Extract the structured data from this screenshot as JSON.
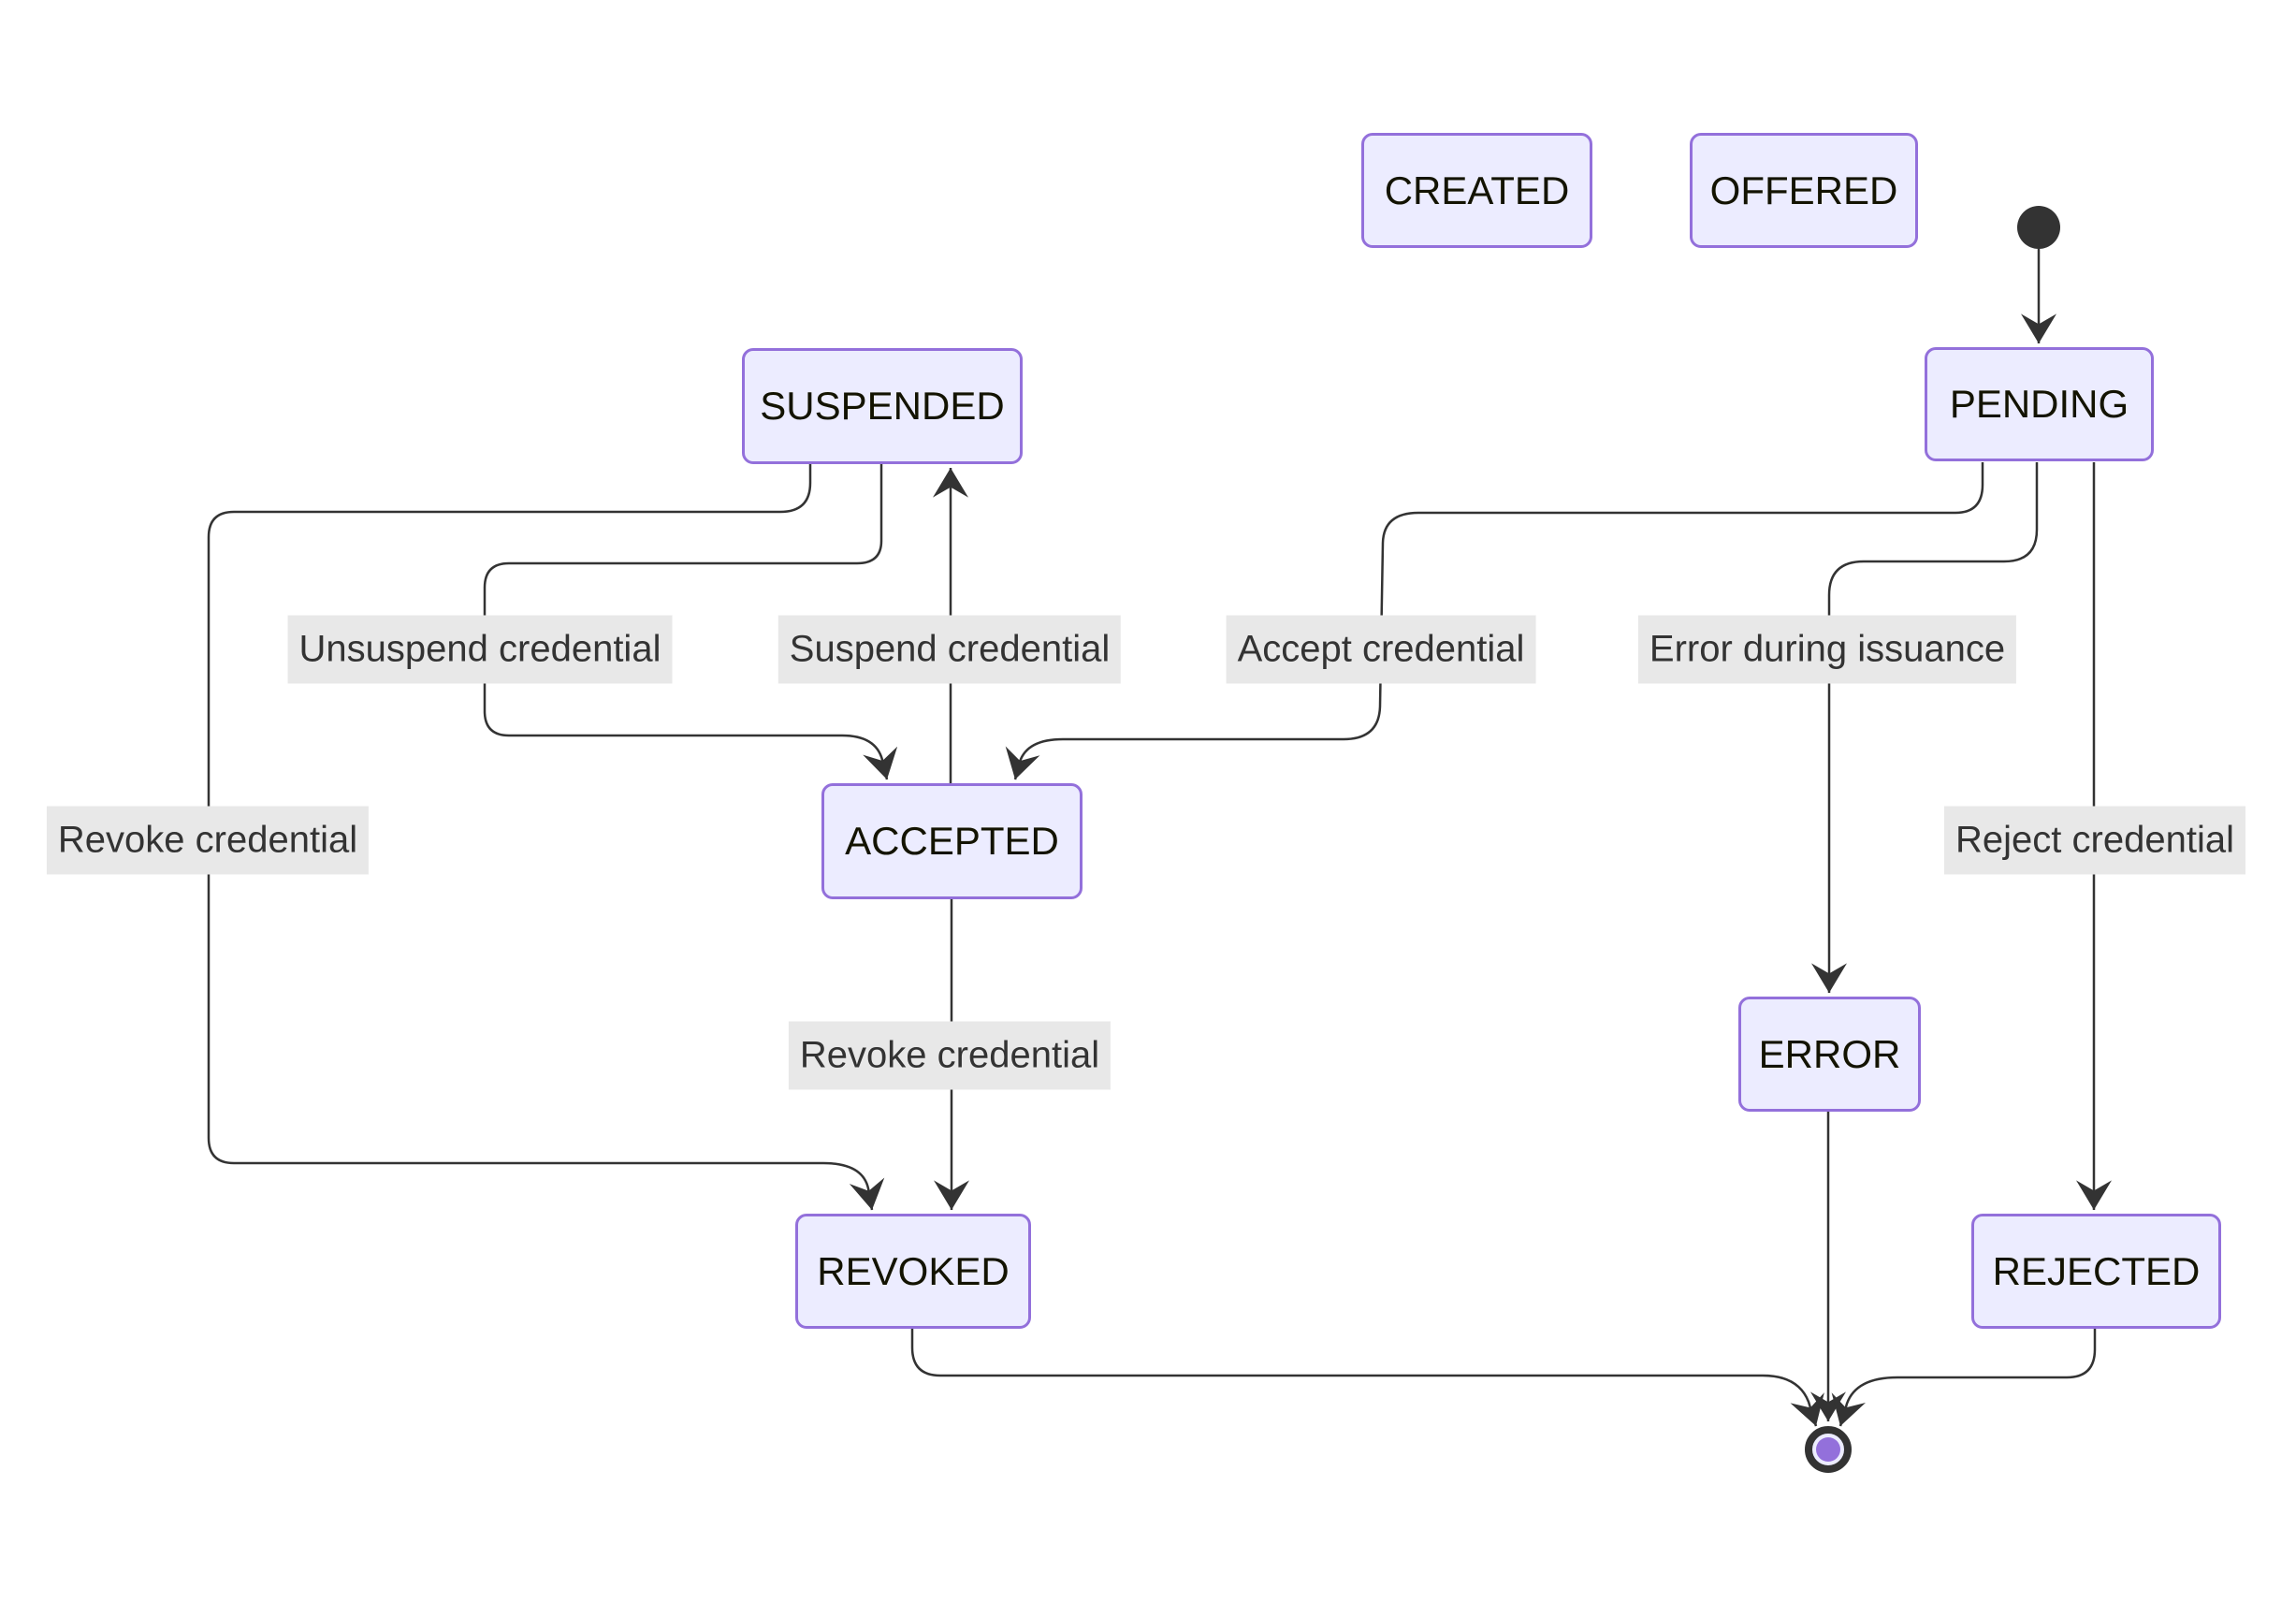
{
  "diagram": {
    "type": "state-diagram",
    "title": "",
    "nodes": [
      {
        "id": "CREATED",
        "label": "CREATED"
      },
      {
        "id": "OFFERED",
        "label": "OFFERED"
      },
      {
        "id": "PENDING",
        "label": "PENDING"
      },
      {
        "id": "SUSPENDED",
        "label": "SUSPENDED"
      },
      {
        "id": "ACCEPTED",
        "label": "ACCEPTED"
      },
      {
        "id": "ERROR",
        "label": "ERROR"
      },
      {
        "id": "REVOKED",
        "label": "REVOKED"
      },
      {
        "id": "REJECTED",
        "label": "REJECTED"
      }
    ],
    "pseudo_states": [
      {
        "type": "initial",
        "icon": "filled-circle"
      },
      {
        "type": "final",
        "icon": "bullseye-circle"
      }
    ],
    "edges": [
      {
        "from": "initial",
        "to": "PENDING",
        "label": ""
      },
      {
        "from": "SUSPENDED",
        "to": "ACCEPTED",
        "label": "Unsuspend credential"
      },
      {
        "from": "ACCEPTED",
        "to": "SUSPENDED",
        "label": "Suspend credential"
      },
      {
        "from": "PENDING",
        "to": "ACCEPTED",
        "label": "Accept credential"
      },
      {
        "from": "PENDING",
        "to": "ERROR",
        "label": "Error during issuance"
      },
      {
        "from": "SUSPENDED",
        "to": "REVOKED",
        "label": "Revoke credential"
      },
      {
        "from": "ACCEPTED",
        "to": "REVOKED",
        "label": "Revoke credential"
      },
      {
        "from": "PENDING",
        "to": "REJECTED",
        "label": "Reject credential"
      },
      {
        "from": "REVOKED",
        "to": "final",
        "label": ""
      },
      {
        "from": "ERROR",
        "to": "final",
        "label": ""
      },
      {
        "from": "REJECTED",
        "to": "final",
        "label": ""
      }
    ],
    "colors": {
      "node_fill": "#ECECFF",
      "node_border": "#9370DB",
      "node_text": "#131300",
      "edge_stroke": "#333333",
      "edge_label_bg": "#e8e8e8",
      "edge_label_text": "#333333",
      "initial_dot": "#333333",
      "final_ring": "#333333",
      "final_inner_fill": "#ECECFF",
      "final_dot": "#9370DB",
      "background": "#ffffff"
    }
  }
}
